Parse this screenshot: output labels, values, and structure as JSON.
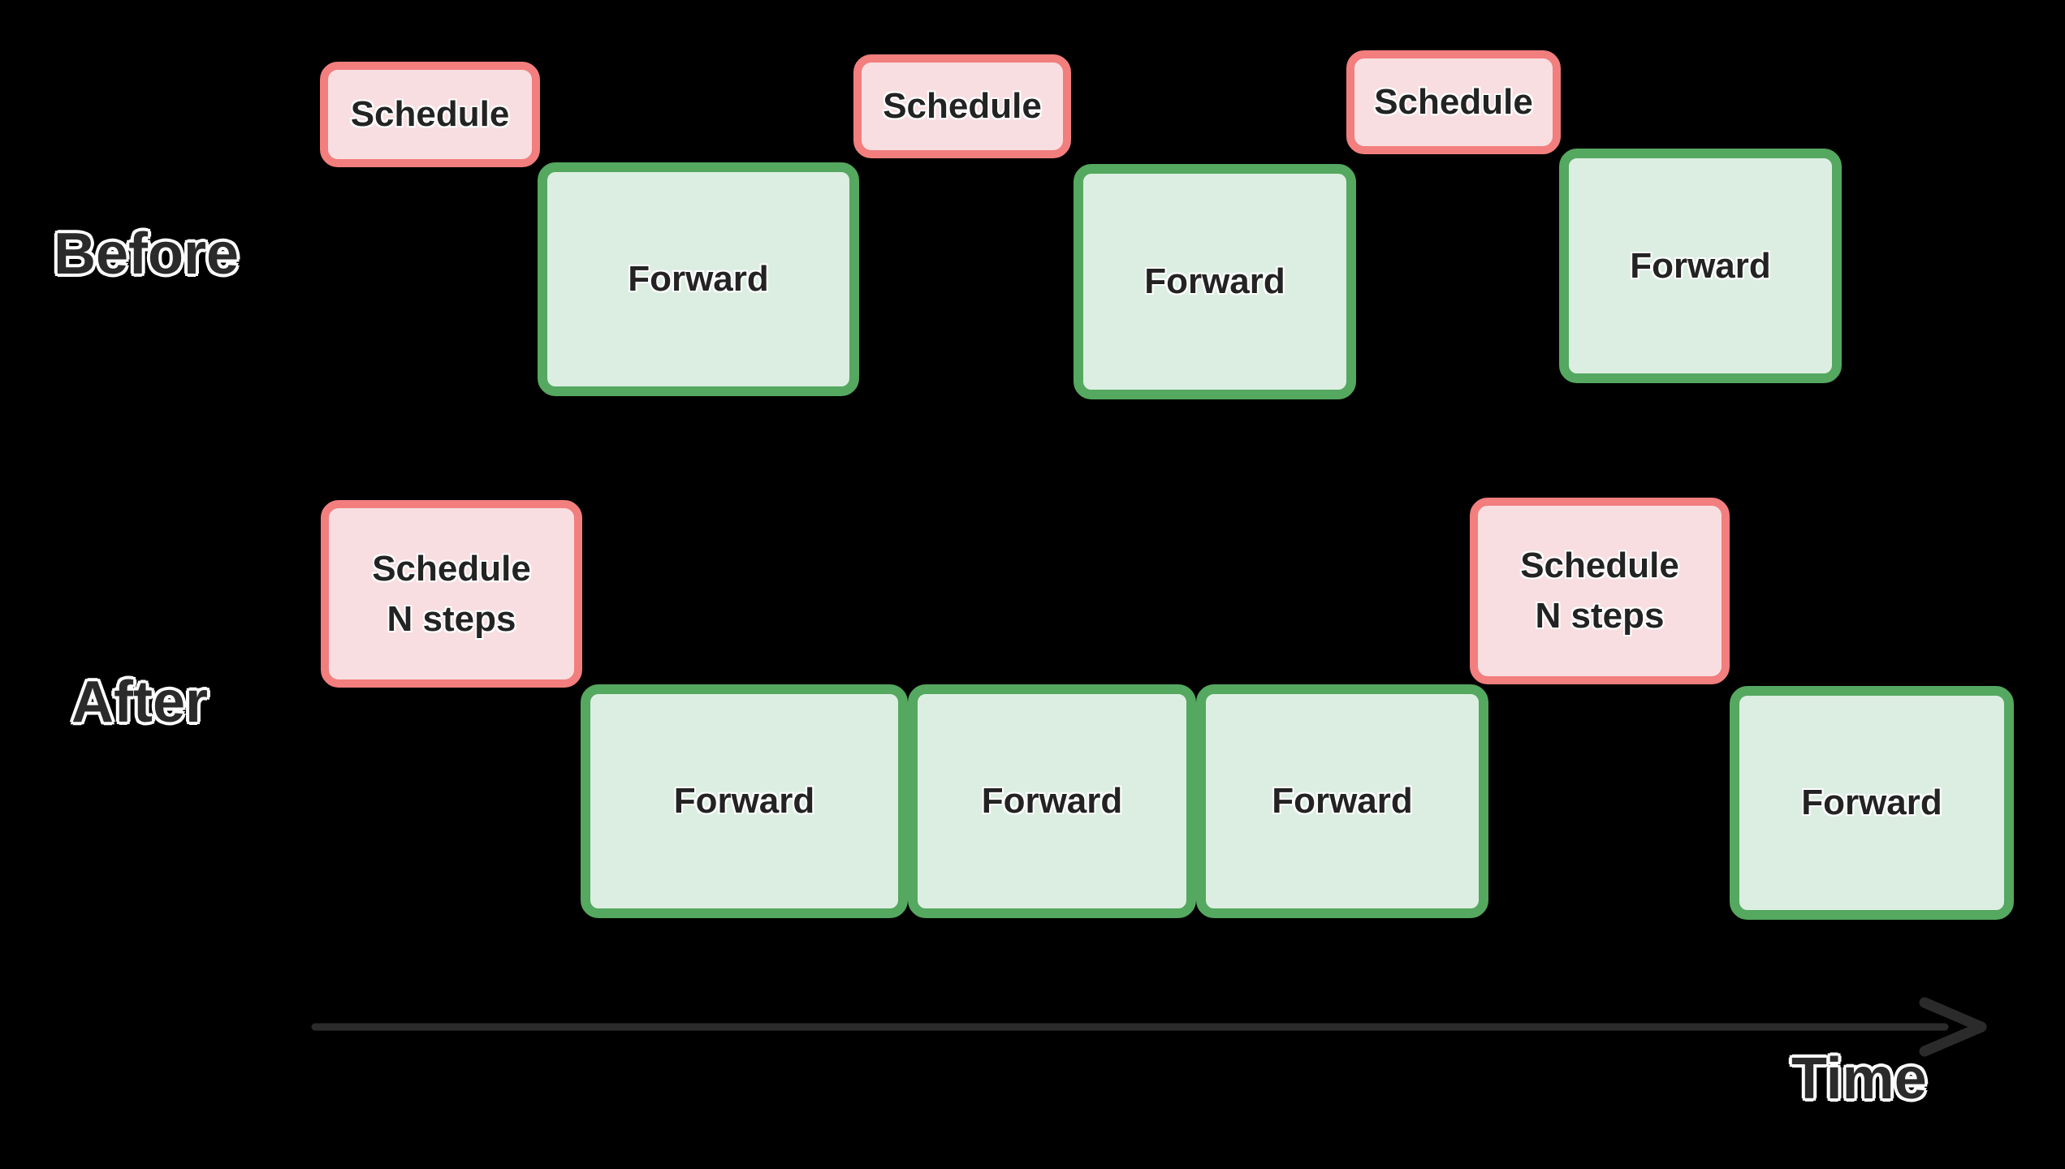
{
  "rows": {
    "before": {
      "label": "Before",
      "boxes": [
        {
          "kind": "schedule",
          "label": "Schedule"
        },
        {
          "kind": "forward",
          "label": "Forward"
        },
        {
          "kind": "schedule",
          "label": "Schedule"
        },
        {
          "kind": "forward",
          "label": "Forward"
        },
        {
          "kind": "schedule",
          "label": "Schedule"
        },
        {
          "kind": "forward",
          "label": "Forward"
        }
      ]
    },
    "after": {
      "label": "After",
      "boxes": [
        {
          "kind": "schedule",
          "label_line1": "Schedule",
          "label_line2": "N steps"
        },
        {
          "kind": "forward",
          "label": "Forward"
        },
        {
          "kind": "forward",
          "label": "Forward"
        },
        {
          "kind": "forward",
          "label": "Forward"
        },
        {
          "kind": "schedule",
          "label_line1": "Schedule",
          "label_line2": "N steps"
        },
        {
          "kind": "forward",
          "label": "Forward"
        }
      ]
    }
  },
  "axis": {
    "label": "Time"
  },
  "colors": {
    "background": "#000000",
    "schedule_fill": "#f8dee1",
    "schedule_border": "#f27e7e",
    "forward_fill": "#dceee2",
    "forward_border": "#55a85f",
    "box_text": "#232323",
    "row_label_text": "#2b2b2b",
    "label_outline": "#ffffff",
    "arrow": "#2b2b2b"
  }
}
